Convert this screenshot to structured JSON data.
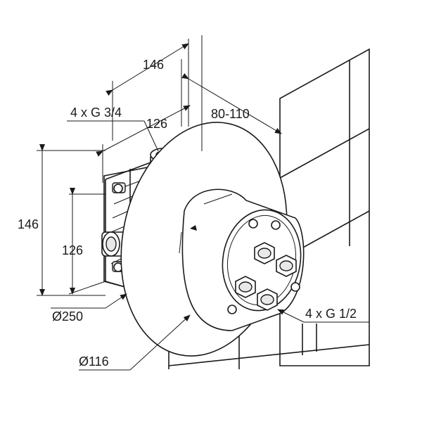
{
  "dimensions": {
    "width_top": "146",
    "inlets": "4 x G 3/4",
    "width_inner": "126",
    "depth": "80-110",
    "height_outer": "146",
    "height_inner": "126",
    "diameter_plate": "Ø250",
    "diameter_body": "Ø116",
    "outlets": "4 x G 1/2"
  }
}
